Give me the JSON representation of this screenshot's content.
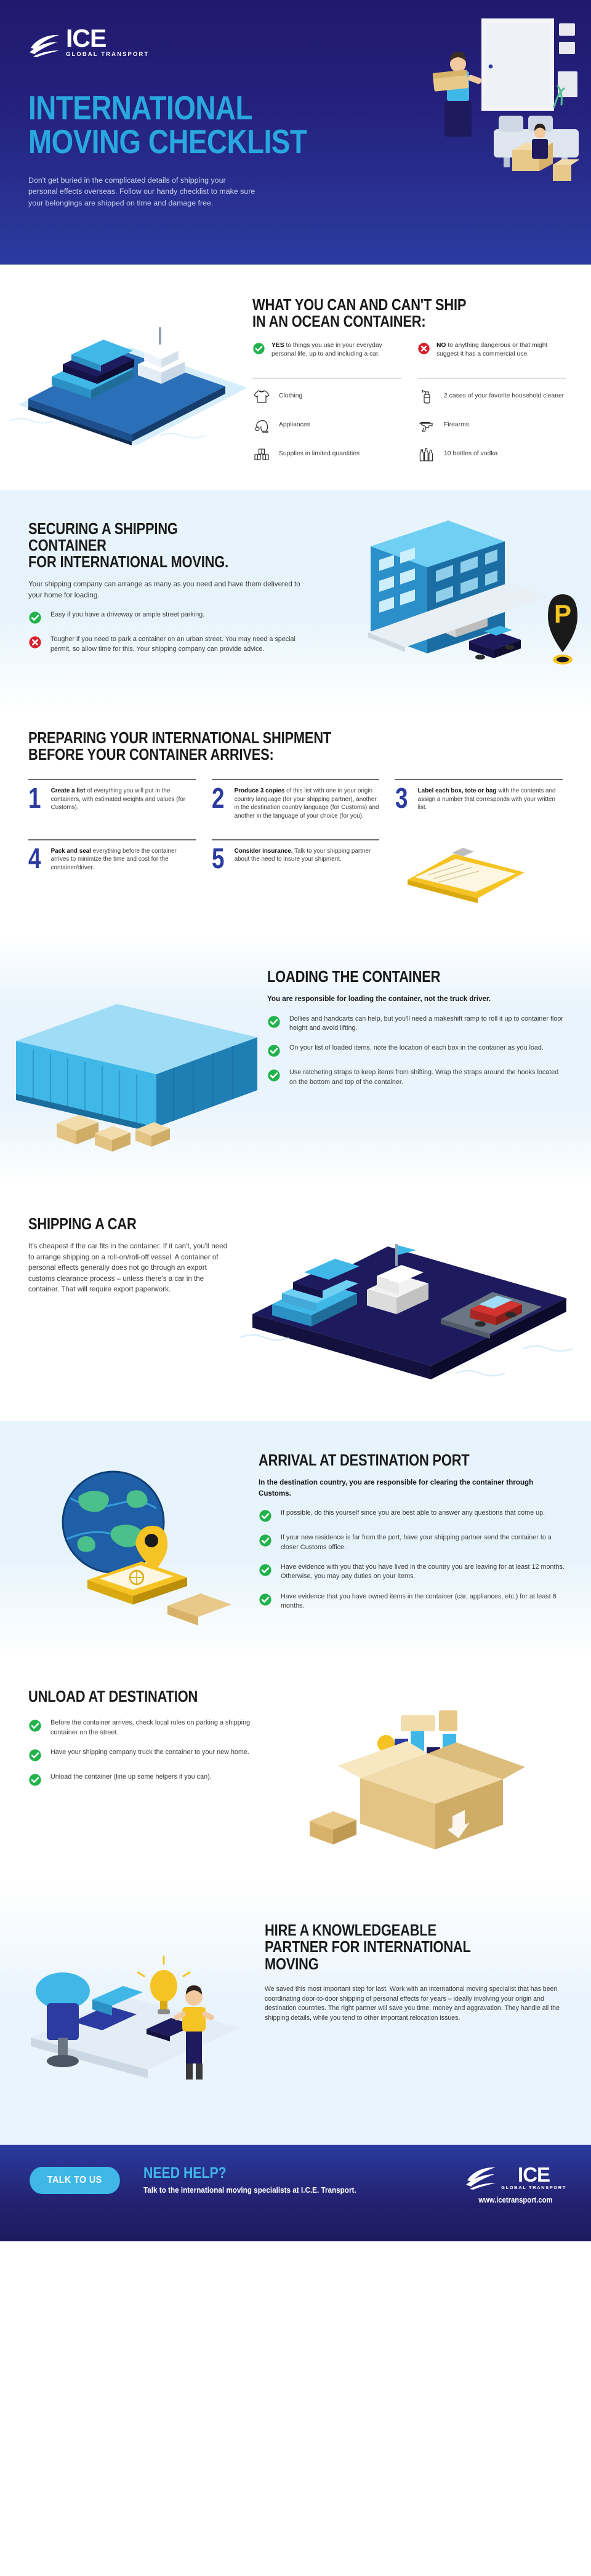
{
  "brand": {
    "name": "ICE",
    "tagline": "GLOBAL TRANSPORT",
    "accent": "#29a8e0",
    "deep_blue": "#2b3ba0",
    "green": "#22b24c",
    "red": "#d91f2b"
  },
  "hero": {
    "title_line1": "INTERNATIONAL",
    "title_line2": "MOVING CHECKLIST",
    "description": "Don't get buried in the complicated details of shipping your personal effects overseas. Follow our handy checklist to make sure your belongings are shipped on time and damage free."
  },
  "section_ship": {
    "heading_line1": "WHAT YOU CAN AND CAN'T SHIP",
    "heading_line2": "IN AN OCEAN CONTAINER:",
    "yes": {
      "icon": "check-circle-icon",
      "strong": "YES",
      "text": " to things you use in your everyday personal life, up to and including a car.",
      "items": [
        {
          "icon": "tshirt-icon",
          "label": "Clothing"
        },
        {
          "icon": "vacuum-cleaner-icon",
          "label": "Appliances"
        },
        {
          "icon": "boxes-icon",
          "label": "Supplies in limited quantities"
        }
      ]
    },
    "no": {
      "icon": "cross-circle-icon",
      "strong": "NO",
      "text": " to anything dangerous or that might suggest it has a commercial use.",
      "items": [
        {
          "icon": "spray-bottle-icon",
          "label": "2 cases of your favorite household cleaner"
        },
        {
          "icon": "handgun-icon",
          "label": "Firearms"
        },
        {
          "icon": "bottles-icon",
          "label": "10 bottles of vodka"
        }
      ]
    }
  },
  "section_securing": {
    "heading_line1": "SECURING A SHIPPING CONTAINER",
    "heading_line2": "FOR INTERNATIONAL MOVING.",
    "lead": "Your shipping company can arrange as many as you need and have them delivered to your home for loading.",
    "points": [
      {
        "icon": "check-circle-icon",
        "text": "Easy if you have a driveway or ample street parking."
      },
      {
        "icon": "cross-circle-icon",
        "text": "Tougher if you need to park a container on an urban street. You may need a special permit, so allow time for this. Your shipping company can provide advice."
      }
    ]
  },
  "section_preparing": {
    "heading_line1": "PREPARING YOUR INTERNATIONAL SHIPMENT",
    "heading_line2": "BEFORE YOUR CONTAINER ARRIVES:",
    "steps_row1": [
      {
        "num": "1",
        "strong": "Create a list",
        "text": " of everything you will put in the containers, with estimated weights and values (for Customs)."
      },
      {
        "num": "2",
        "strong": "Produce 3 copies",
        "text": " of this list with one in your origin country language (for your shipping partner), another in the destination country language (for Customs) and another in the language of your choice (for you)."
      },
      {
        "num": "3",
        "strong": "Label each box, tote or bag",
        "text": " with the contents and assign a number that corresponds with your written list."
      }
    ],
    "steps_row2": [
      {
        "num": "4",
        "strong": "Pack and seal",
        "text": " everything before the container arrives to minimize the time and cost for the container/driver."
      },
      {
        "num": "5",
        "strong": "Consider insurance.",
        "text": " Talk to your shipping partner about the need to insure your shipment."
      }
    ]
  },
  "section_loading": {
    "heading": "LOADING THE CONTAINER",
    "lead": "You are responsible for loading the container, not the truck driver.",
    "points": [
      {
        "icon": "check-circle-icon",
        "text": "Dollies and handcarts can help, but you'll need a makeshift ramp to roll it up to container floor height and avoid lifting."
      },
      {
        "icon": "check-circle-icon",
        "text": "On your list of loaded items, note the location of each box in the container as you load."
      },
      {
        "icon": "check-circle-icon",
        "text": "Use ratcheting straps to keep items from shifting. Wrap the straps around the hooks located on the bottom and top of the container."
      }
    ]
  },
  "section_car": {
    "heading": "SHIPPING A CAR",
    "body": "It's cheapest if the car fits in the container. If it can't, you'll need to arrange shipping on a roll-on/roll-off vessel. A container of personal effects generally does not go through an export customs clearance process – unless there's a car in the container. That will require export paperwork."
  },
  "section_arrival": {
    "heading": "ARRIVAL AT DESTINATION PORT",
    "lead": "In the destination country, you are responsible for clearing the container through Customs.",
    "points": [
      {
        "icon": "check-circle-icon",
        "text": "If possible, do this yourself since you are best able to answer any questions that come up."
      },
      {
        "icon": "check-circle-icon",
        "text": "If your new residence is far from the port, have your shipping partner send the container to a closer Customs office."
      },
      {
        "icon": "check-circle-icon",
        "text": "Have evidence with you that you have lived in the country you are leaving for at least 12 months. Otherwise, you may pay duties on your items."
      },
      {
        "icon": "check-circle-icon",
        "text": "Have evidence that you have owned items in the container (car, appliances, etc.) for at least 6 months."
      }
    ]
  },
  "section_unload": {
    "heading": "UNLOAD AT DESTINATION",
    "points": [
      {
        "icon": "check-circle-icon",
        "text": "Before the container arrives, check local rules on parking a shipping container on the street."
      },
      {
        "icon": "check-circle-icon",
        "text": "Have your shipping company truck the container to your new home."
      },
      {
        "icon": "check-circle-icon",
        "text": "Unload the container (line up some helpers if you can)."
      }
    ]
  },
  "section_hire": {
    "heading_line1": "HIRE A KNOWLEDGEABLE",
    "heading_line2": "PARTNER FOR INTERNATIONAL",
    "heading_line3": "MOVING",
    "body": "We saved this most important step for last. Work with an international moving specialist that has been coordinating door-to-door shipping of personal effects for years – ideally involving your origin and destination countries. The right partner will save you time, money and aggravation. They handle all the shipping details, while you tend to other important relocation issues."
  },
  "footer": {
    "cta_label": "TALK TO US",
    "need_help": "NEED HELP?",
    "subtext": "Talk to the international moving specialists at I.C.E. Transport.",
    "url": "www.icetransport.com"
  }
}
